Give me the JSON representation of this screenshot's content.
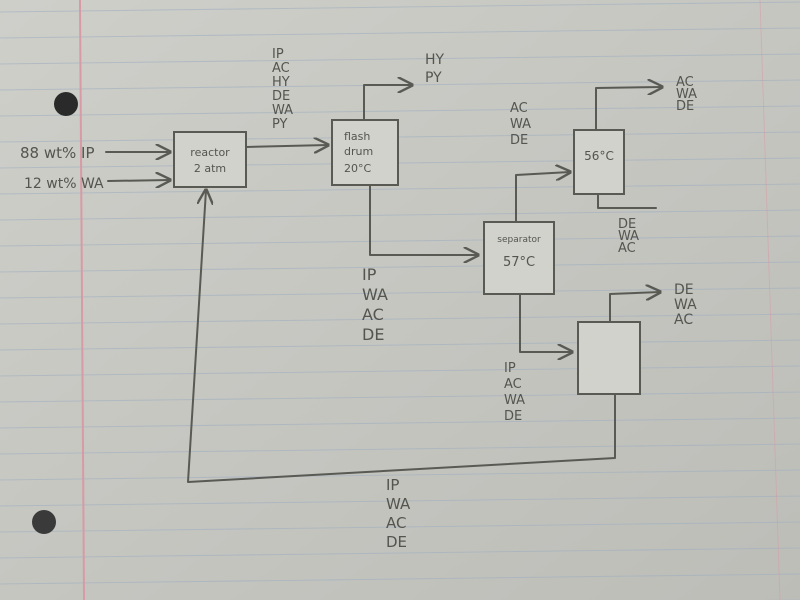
{
  "feeds": [
    {
      "label": "88 wt% IP"
    },
    {
      "label": "12 wt% WA"
    }
  ],
  "units": {
    "reactor": {
      "line1": "reactor",
      "line2": "2 atm"
    },
    "flash_drum": {
      "line1": "flash",
      "line2": "drum",
      "line3": "20°C"
    },
    "separator": {
      "line1": "separator",
      "line2": "57°C"
    },
    "column1": {
      "line1": "56°C"
    },
    "column2": {
      "line1": ""
    }
  },
  "streams": {
    "reactor_out": [
      "IP",
      "AC",
      "HY",
      "DE",
      "WA",
      "PY"
    ],
    "flash_vapor": [
      "HY",
      "PY"
    ],
    "flash_liquid": [
      "IP",
      "WA",
      "AC",
      "DE"
    ],
    "separator_top": [
      "AC",
      "WA",
      "DE"
    ],
    "column1_top": [
      "AC",
      "WA",
      "DE"
    ],
    "column1_bottom": [
      "DE",
      "WA",
      "AC"
    ],
    "separator_bottom": [
      "IP",
      "AC",
      "WA",
      "DE"
    ],
    "column2_top": [
      "DE",
      "WA",
      "AC"
    ],
    "recycle": [
      "IP",
      "WA",
      "AC",
      "DE"
    ]
  },
  "colors": {
    "paper": "#c9c9c4",
    "rule": "#9fb0bf",
    "margin": "#d89aa4",
    "ink": "#5a5a54"
  }
}
